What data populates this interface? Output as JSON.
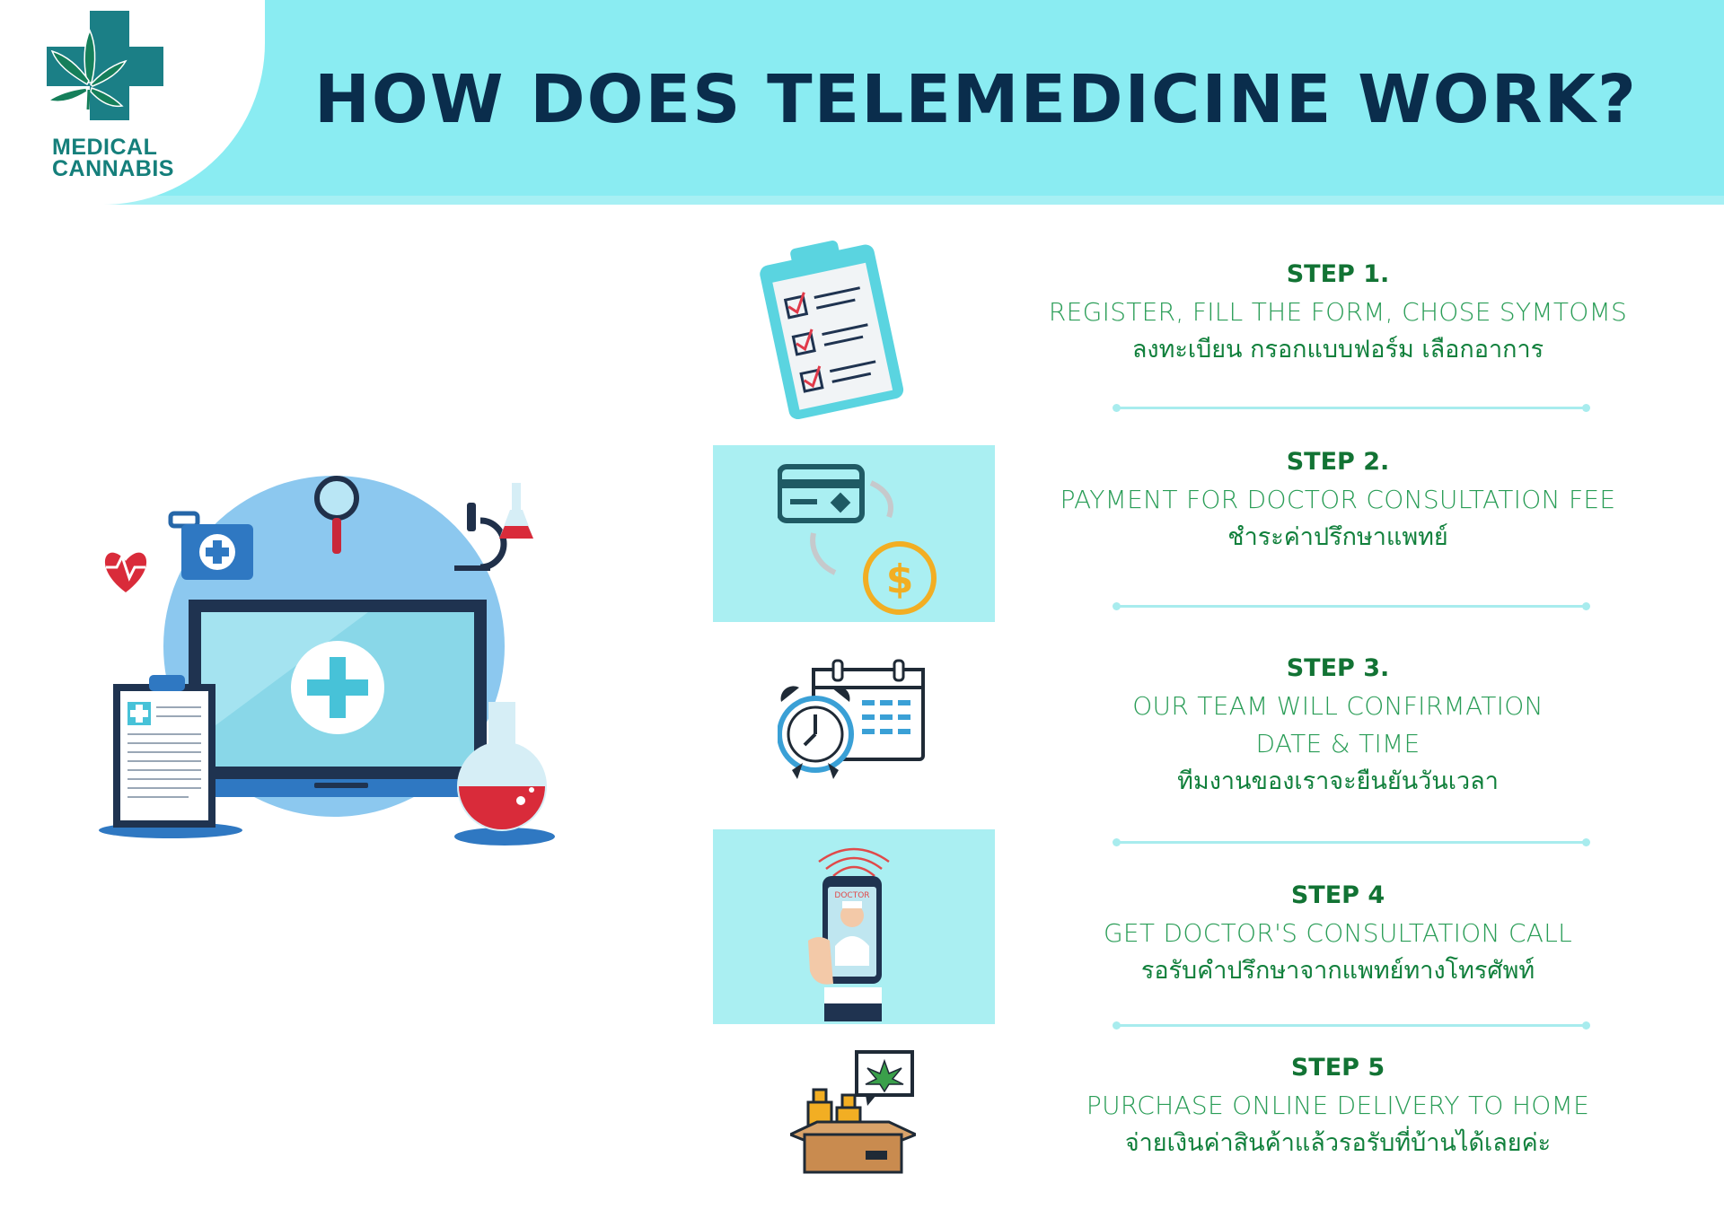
{
  "header": {
    "title": "HOW DOES TELEMEDICINE WORK?",
    "logo_line1": "MEDICAL",
    "logo_line2": "CANNABIS"
  },
  "colors": {
    "header_bg": "#8aecf2",
    "title": "#0a2d4c",
    "step_label": "#127334",
    "step_text": "#2a9d57",
    "icon_box": "#aaeff2"
  },
  "steps": [
    {
      "label": "STEP 1.",
      "en": [
        "REGISTER, FILL THE FORM, CHOSE SYMTOMS"
      ],
      "th": "ลงทะเบียน กรอกแบบฟอร์ม เลือกอาการ",
      "icon": "clipboard-checklist-icon"
    },
    {
      "label": "STEP 2.",
      "en": [
        "PAYMENT FOR DOCTOR CONSULTATION FEE"
      ],
      "th": "ชำระค่าปรึกษาแพทย์",
      "icon": "card-payment-icon"
    },
    {
      "label": "STEP 3.",
      "en": [
        "OUR TEAM WILL CONFIRMATION",
        "DATE & TIME"
      ],
      "th": "ทีมงานของเราจะยืนยันวันเวลา",
      "icon": "calendar-clock-icon"
    },
    {
      "label": "STEP 4",
      "en": [
        "GET DOCTOR'S CONSULTATION CALL"
      ],
      "th": "รอรับคำปรึกษาจากแพทย์ทางโทรศัพท์",
      "icon": "doctor-phone-icon"
    },
    {
      "label": "STEP 5",
      "en": [
        "PURCHASE ONLINE DELIVERY TO HOME"
      ],
      "th": "จ่ายเงินค่าสินค้าแล้วรอรับที่บ้านได้เลยค่ะ",
      "icon": "delivery-box-icon"
    }
  ],
  "icon_labels": {
    "doctor_screen": "DOCTOR"
  }
}
